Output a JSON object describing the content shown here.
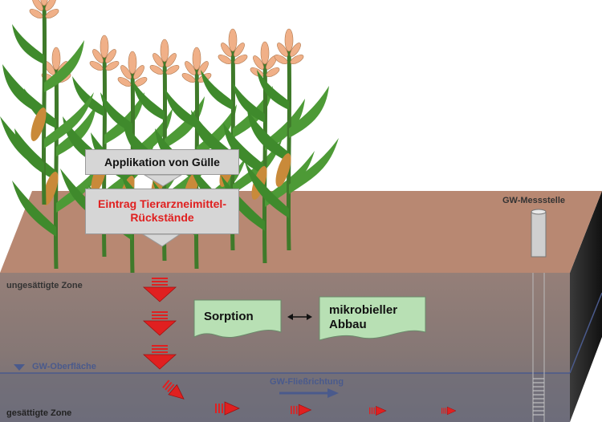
{
  "labels": {
    "application": "Applikation von Gülle",
    "input_line1": "Eintrag Tierarzneimittel-",
    "input_line2": "Rückstände",
    "gw_station": "GW-Messstelle",
    "unsaturated_zone": "ungesättigte Zone",
    "gw_surface": "GW-Oberfläche",
    "saturated_zone": "gesättigte Zone",
    "flow_direction": "GW-Fließrichtung",
    "sorption": "Sorption",
    "microbial_line1": "mikrobieller",
    "microbial_line2": "Abbau"
  },
  "colors": {
    "surface": "#b88872",
    "front_unsaturated": "#8f7a74",
    "front_saturated": "#6f6f7c",
    "side": "#2b2b2b",
    "gw_line": "#4a5a8c",
    "process_box": "#b8e0b4",
    "input_text": "#e02020",
    "arrow": "#e02020",
    "plant_leaf": "#3f8a2c",
    "plant_tassel": "#f0b088"
  },
  "icons": [
    "corn-plant-icon",
    "down-arrow-icon",
    "right-arrow-icon",
    "double-arrow-icon",
    "inverted-triangle-icon"
  ]
}
